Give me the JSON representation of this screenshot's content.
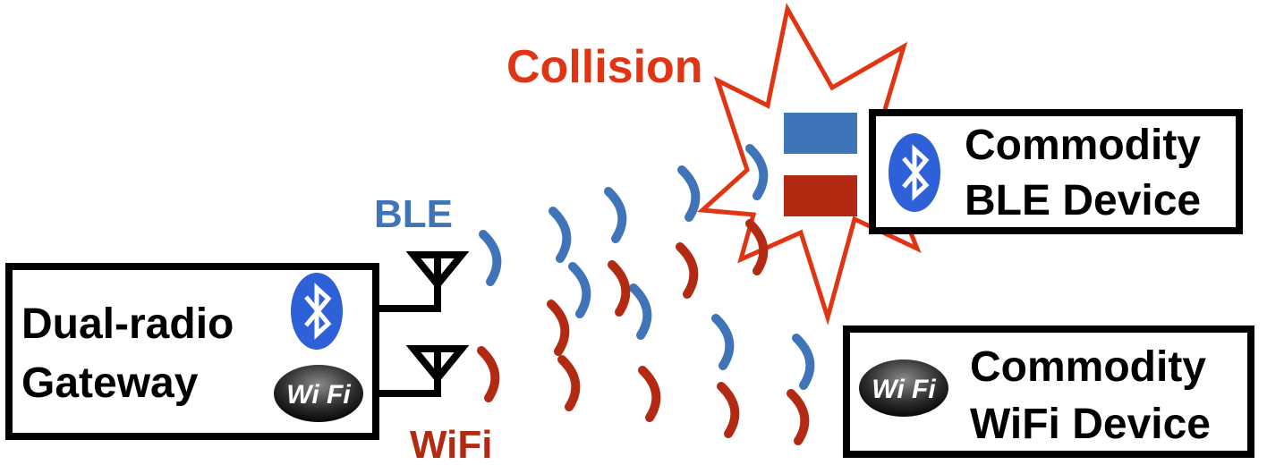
{
  "colors": {
    "ble": "#3F74B8",
    "wifi": "#B22A12",
    "collision": "#E03412",
    "box": "#000000",
    "bluetooth_badge": "#2E60D8"
  },
  "labels": {
    "collision": "Collision",
    "ble": "BLE",
    "wifi": "WiFi"
  },
  "gateway": {
    "line1": "Dual-radio",
    "line2": "Gateway",
    "wifi_logo_text": "Wi Fi"
  },
  "ble_device": {
    "line1": "Commodity",
    "line2": "BLE Device"
  },
  "wifi_device": {
    "line1": "Commodity",
    "line2": "WiFi Device",
    "wifi_logo_text": "Wi Fi"
  },
  "icons": [
    "bluetooth-icon",
    "wifi-logo-icon",
    "antenna-icon",
    "collision-burst-icon"
  ]
}
